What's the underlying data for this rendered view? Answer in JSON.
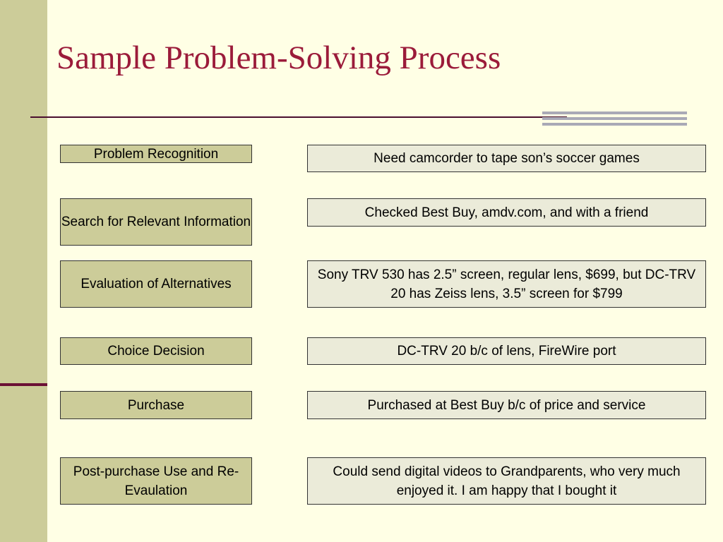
{
  "slide": {
    "title": "Sample Problem-Solving Process",
    "colors": {
      "background": "#FFFFE5",
      "side_bar": "#CCCC99",
      "accent": "#6B1035",
      "title": "#9B1B3A",
      "step_box": "#CCCC99",
      "detail_box": "#EBEBD9"
    }
  },
  "steps": [
    {
      "label": "Problem Recognition",
      "detail": "Need camcorder to tape son’s soccer games"
    },
    {
      "label": "Search for Relevant Information",
      "detail": "Checked Best Buy, amdv.com, and with a friend"
    },
    {
      "label": "Evaluation of Alternatives",
      "detail": "Sony TRV 530 has 2.5” screen, regular lens, $699, but DC-TRV 20 has Zeiss lens, 3.5” screen for $799"
    },
    {
      "label": "Choice Decision",
      "detail": "DC-TRV 20 b/c of lens, FireWire port"
    },
    {
      "label": "Purchase",
      "detail": "Purchased at Best Buy b/c of price and service"
    },
    {
      "label": "Post-purchase Use and Re-Evaulation",
      "detail": "Could send digital videos to Grandparents, who very much enjoyed it.  I am happy that I bought it"
    }
  ]
}
